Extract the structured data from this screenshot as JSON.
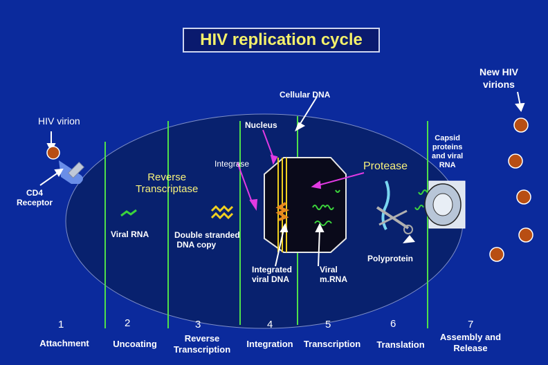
{
  "title": "HIV replication cycle",
  "labels": {
    "hiv_virion": "HIV virion",
    "cd4_receptor": "CD4\nReceptor",
    "nucleus": "Nucleus",
    "cellular_dna": "Cellular DNA",
    "integrase": "Integrase",
    "reverse_transcriptase": "Reverse\nTranscriptase",
    "protease": "Protease",
    "capsid": "Capsid\nproteins\nand viral\nRNA",
    "new_virions": "New HIV\nvirions",
    "viral_rna": "Viral RNA",
    "double_stranded": "Double stranded\n DNA copy",
    "polyprotein": "Polyprotein",
    "integrated_dna": "Integrated\nviral DNA",
    "viral_mrna": "Viral\nm.RNA"
  },
  "steps": [
    {
      "num": "1",
      "label": "Attachment"
    },
    {
      "num": "2",
      "label": "Uncoating"
    },
    {
      "num": "3",
      "label": "Reverse\nTranscription"
    },
    {
      "num": "4",
      "label": "Integration"
    },
    {
      "num": "5",
      "label": "Transcription"
    },
    {
      "num": "6",
      "label": "Translation"
    },
    {
      "num": "7",
      "label": "Assembly and\nRelease"
    }
  ]
}
